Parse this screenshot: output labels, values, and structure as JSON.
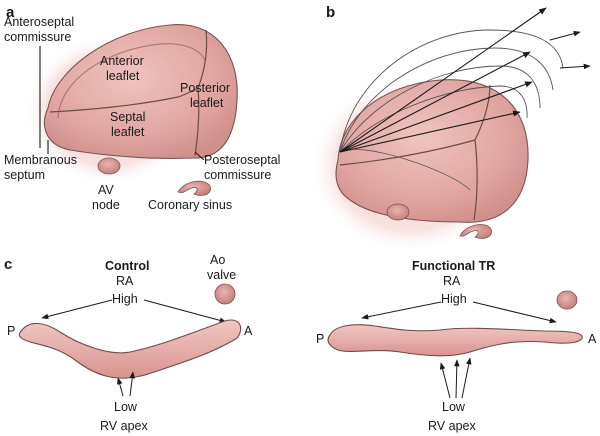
{
  "panels": {
    "a": "a",
    "b": "b",
    "c": "c"
  },
  "panel_a": {
    "anteroseptal_1": "Anteroseptal",
    "anteroseptal_2": "commissure",
    "anterior_1": "Anterior",
    "anterior_2": "leaflet",
    "posterior_1": "Posterior",
    "posterior_2": "leaflet",
    "septal_1": "Septal",
    "septal_2": "leaflet",
    "membranous_1": "Membranous",
    "membranous_2": "septum",
    "posteroseptal_1": "Posteroseptal",
    "posteroseptal_2": "commissure",
    "av_1": "AV",
    "av_2": "node",
    "coronary_sinus": "Coronary sinus"
  },
  "panel_c": {
    "control": {
      "title": "Control",
      "ra": "RA",
      "high": "High",
      "ao_1": "Ao",
      "ao_2": "valve",
      "p": "P",
      "a": "A",
      "low": "Low",
      "rv_apex": "RV apex"
    },
    "functional": {
      "title": "Functional TR",
      "ra": "RA",
      "high": "High",
      "p": "P",
      "a": "A",
      "low": "Low",
      "rv_apex": "RV apex"
    }
  },
  "colors": {
    "leaflet": "#e3aaa6",
    "leaflet_dark": "#c98783",
    "halo": "#f3d6d3",
    "outline": "#7a5352"
  }
}
